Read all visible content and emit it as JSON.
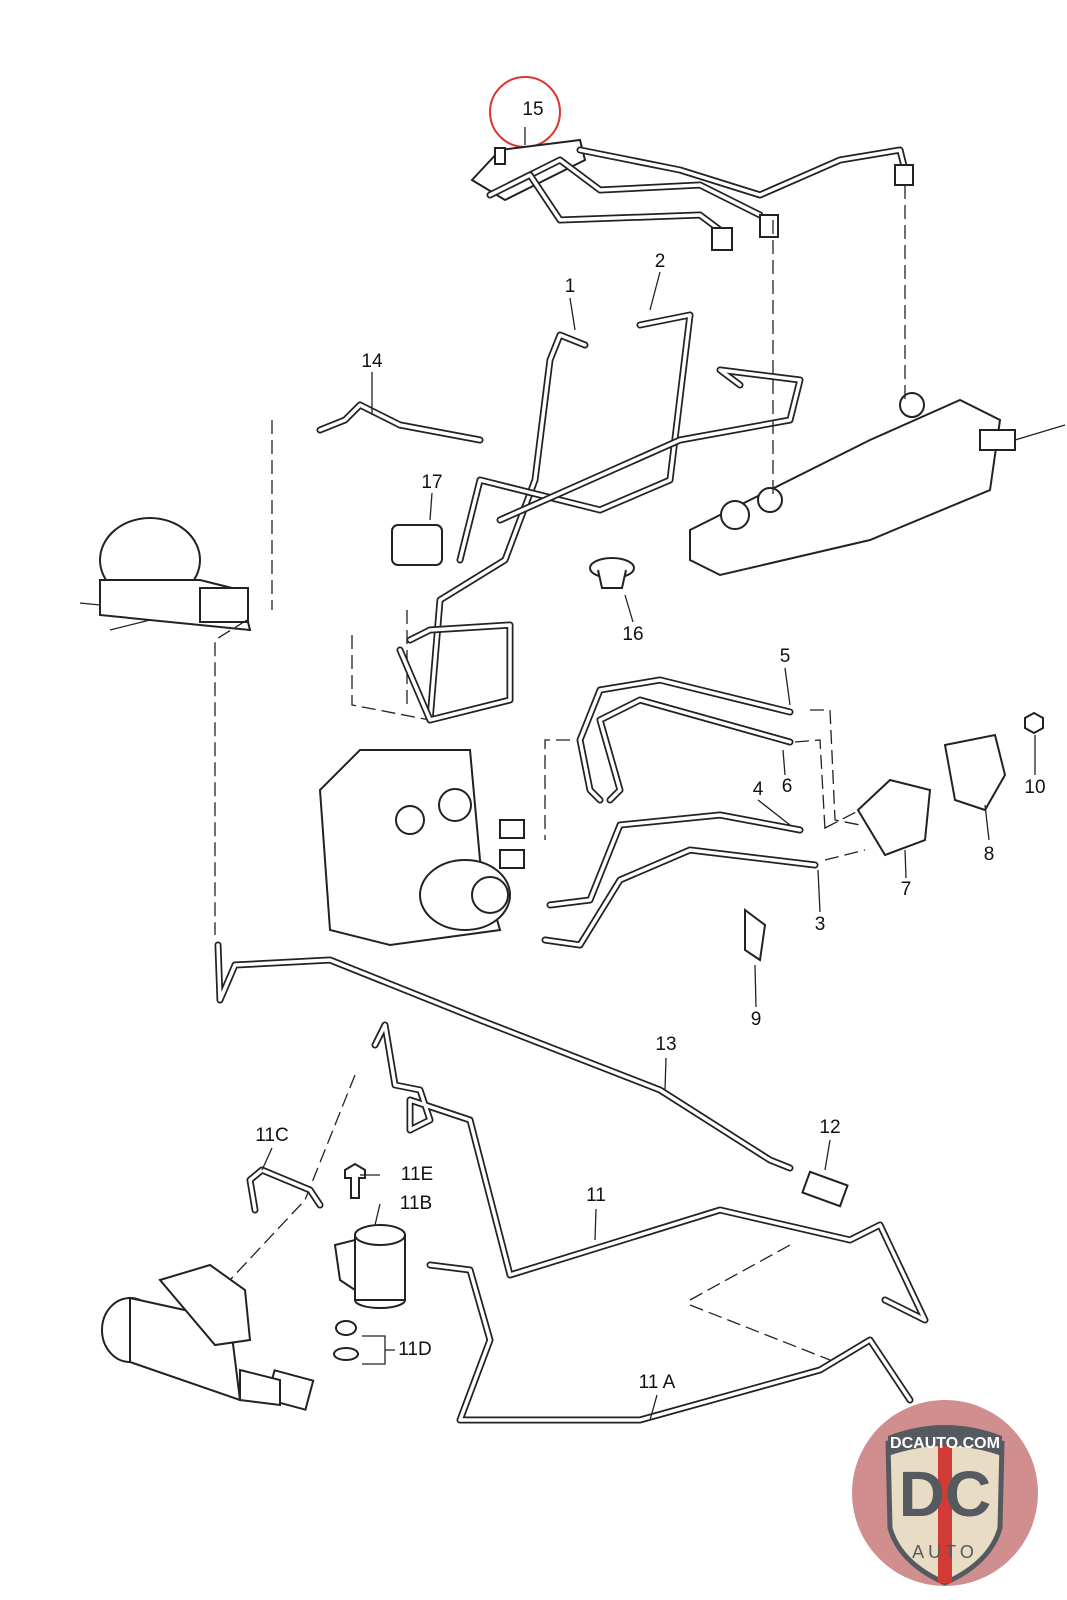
{
  "diagram": {
    "callouts": {
      "c15": "15",
      "c1": "1",
      "c2": "2",
      "c14": "14",
      "c17": "17",
      "c16": "16",
      "c5": "5",
      "c6": "6",
      "c4": "4",
      "c10": "10",
      "c8": "8",
      "c7": "7",
      "c3": "3",
      "c9": "9",
      "c13": "13",
      "c12": "12",
      "c11C": "11C",
      "c11E": "11E",
      "c11B": "11B",
      "c11": "11",
      "c11D": "11D",
      "c11A": "11 A"
    },
    "highlight": {
      "callout": "15",
      "color": "#d9372f"
    }
  },
  "watermark": {
    "top_text": "DCAUTO.COM",
    "main_text": "DC",
    "bottom_text": "AUTO",
    "colors": {
      "circle": "#c97a7a",
      "shield": "#e8dcc4",
      "letters": "#555a60",
      "stripe": "#d23a35"
    }
  }
}
